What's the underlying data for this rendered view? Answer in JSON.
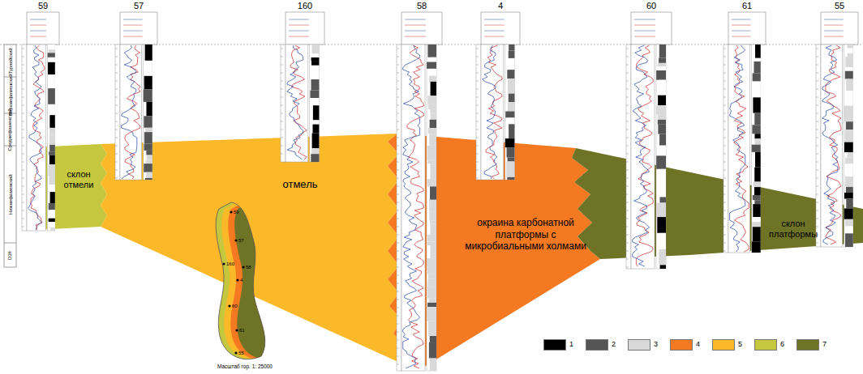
{
  "diagram": {
    "nodes": [
      {
        "text": [
          "склон отмели"
        ]
      },
      {
        "text": [
          "отмель"
        ]
      },
      {
        "text": [
          "окраина карбонатной платформы с микробиальными холмами"
        ]
      },
      {
        "text": [
          "склон платформы"
        ]
      }
    ],
    "labels": [
      "59",
      "57",
      "160",
      "58",
      "4",
      "60",
      "61",
      "55",
      "Турнейский",
      "Верхнефаменский",
      "Среднефаменский",
      "Нижнефаменский",
      "D3fr",
      "59",
      "57",
      "160",
      "58",
      "4",
      "60",
      "61",
      "55",
      "Масштаб гор. 1: 25000"
    ],
    "legend": [
      {
        "text": "1",
        "color": "#000000"
      },
      {
        "text": "2",
        "color": "#555555"
      },
      {
        "text": "3",
        "color": "#d9d9d9"
      },
      {
        "text": "4",
        "color": "#f47920"
      },
      {
        "text": "5",
        "color": "#fbb829"
      },
      {
        "text": "6",
        "color": "#c5c83e"
      },
      {
        "text": "7",
        "color": "#6f7325"
      }
    ]
  }
}
